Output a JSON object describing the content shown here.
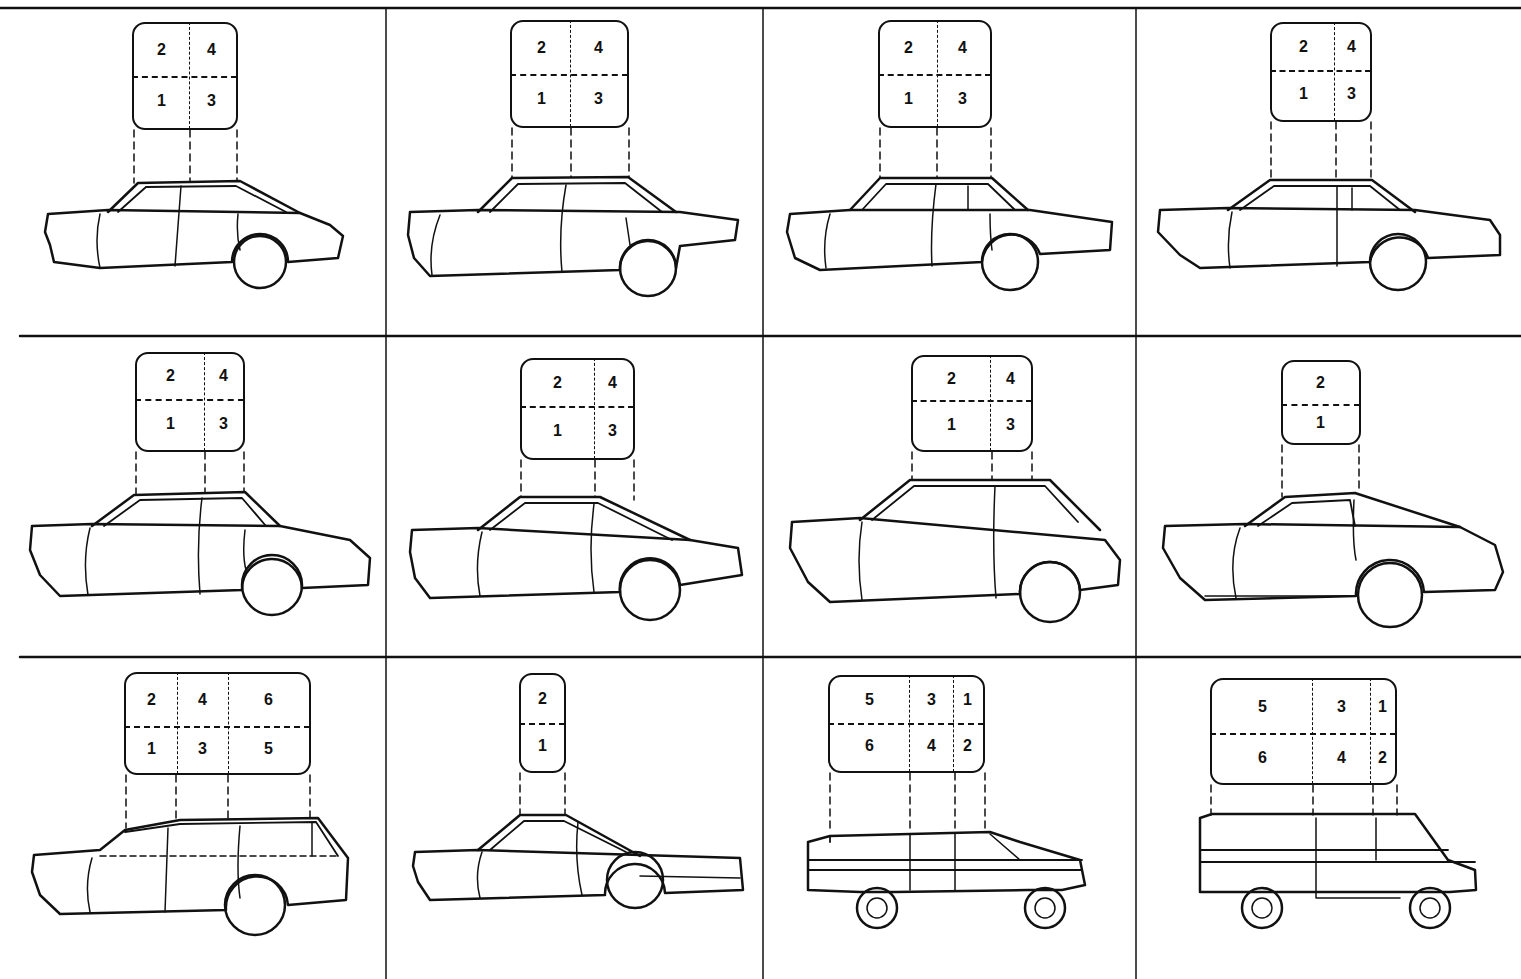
{
  "diagram": {
    "nodes": [
      {
        "text": [
          "2",
          "4",
          "1",
          "3"
        ]
      },
      {
        "text": [
          "2",
          "4",
          "1",
          "3"
        ]
      },
      {
        "text": [
          "2",
          "4",
          "1",
          "3"
        ]
      },
      {
        "text": [
          "2",
          "4",
          "1",
          "3"
        ]
      },
      {
        "text": [
          "2",
          "4",
          "1",
          "3"
        ]
      },
      {
        "text": [
          "2",
          "4",
          "1",
          "3"
        ]
      },
      {
        "text": [
          "2",
          "4",
          "1",
          "3"
        ]
      },
      {
        "text": [
          "2",
          "1"
        ]
      },
      {
        "text": [
          "2",
          "4",
          "6",
          "1",
          "3",
          "5"
        ]
      },
      {
        "text": [
          "2",
          "1"
        ]
      },
      {
        "text": [
          "5",
          "3",
          "1",
          "6",
          "4",
          "2"
        ]
      },
      {
        "text": [
          "5",
          "3",
          "1",
          "6",
          "4",
          "2"
        ]
      }
    ]
  }
}
